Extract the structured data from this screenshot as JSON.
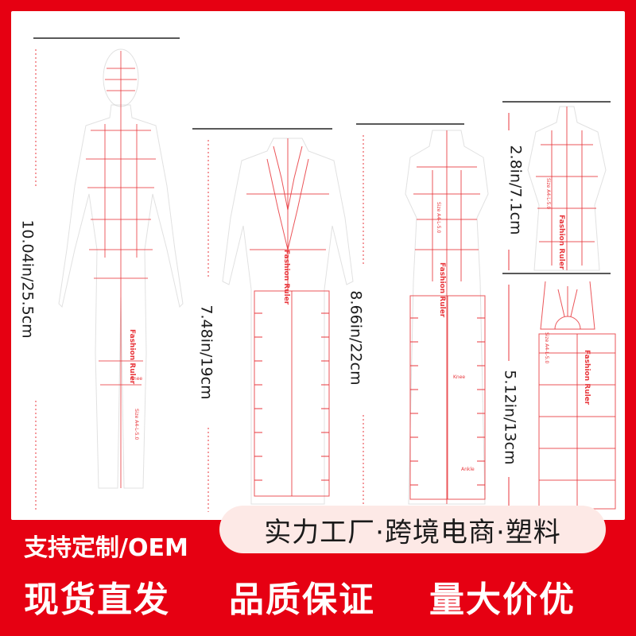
{
  "dimensions": {
    "figure_full": "10.04in/25.5cm",
    "figure_suit": "7.48in/19cm",
    "figure_dress": "8.66in/22cm",
    "figure_torso": "2.8in/7.1cm",
    "figure_lower": "5.12in/13cm"
  },
  "ruler_text": {
    "brand": "Fashion Ruler",
    "size_code": "Size A4-L-5.0",
    "knee": "Knee",
    "ankle": "Ankle"
  },
  "banner": {
    "tagline": "实力工厂·跨境电商·塑料",
    "custom": "支持定制/OEM",
    "slogans": [
      "现货直发",
      "品质保证",
      "量大价优"
    ]
  },
  "colors": {
    "brand_red": "#e60012",
    "ruler_red": "#e8373c",
    "pill_bg": "#fde9e6"
  }
}
